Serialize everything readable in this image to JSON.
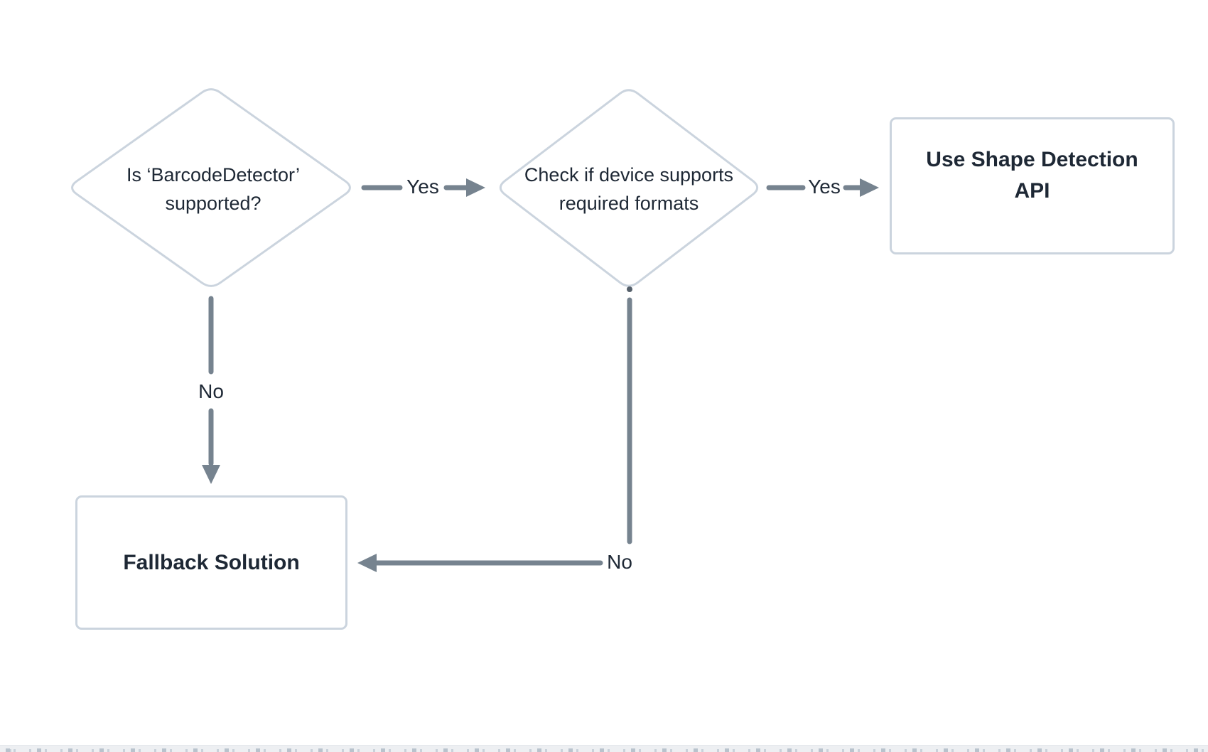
{
  "diagram": {
    "title": "BarcodeDetector support flowchart",
    "nodes": [
      {
        "id": "decision-1",
        "type": "decision",
        "label": "Is ‘BarcodeDetector’ supported?"
      },
      {
        "id": "decision-2",
        "type": "decision",
        "label": "Check if device supports required formats"
      },
      {
        "id": "process-1",
        "type": "process",
        "label": "Use Shape Detection API"
      },
      {
        "id": "process-2",
        "type": "process",
        "label": "Fallback Solution"
      }
    ],
    "edges": [
      {
        "from": "decision-1",
        "to": "decision-2",
        "label": "Yes"
      },
      {
        "from": "decision-2",
        "to": "process-1",
        "label": "Yes"
      },
      {
        "from": "decision-1",
        "to": "process-2",
        "label": "No"
      },
      {
        "from": "decision-2",
        "to": "process-2",
        "label": "No"
      }
    ],
    "colors": {
      "shape_border": "#cbd4de",
      "connector": "#76838f",
      "connector_dot": "#55606b",
      "text": "#1e2835",
      "background": "#ffffff",
      "ruler_background": "#edeff2",
      "ruler_ticks": "#b9c3cd"
    }
  }
}
